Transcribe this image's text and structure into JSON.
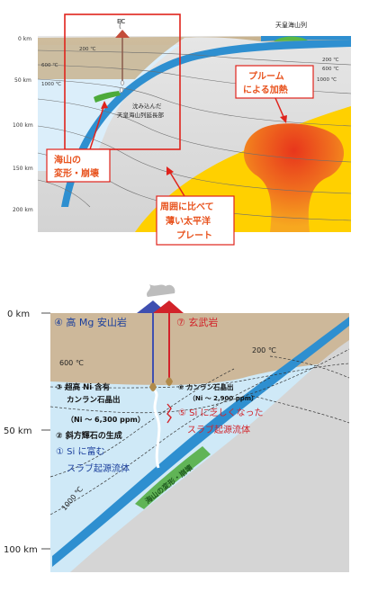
{
  "top": {
    "ec_label": "EC",
    "seamount_chain_label": "天皇海山列",
    "depth_labels": [
      "0 km",
      "50 km",
      "100 km",
      "150 km",
      "200 km"
    ],
    "isotherms": [
      "200 ℃",
      "600 ℃",
      "1000 ℃",
      "200 ℃",
      "600 ℃",
      "1000 ℃"
    ],
    "subducted_label_line1": "沈み込んだ",
    "subducted_label_line2": "天皇海山列延長部",
    "deformation_label_line1": "海山の",
    "deformation_label_line2": "変形・崩壊",
    "plume_label_line1": "プルーム",
    "plume_label_line2": "による加熱",
    "thin_plate_line1": "周囲に比べて",
    "thin_plate_line2": "薄い太平洋",
    "thin_plate_line3": "プレート",
    "colors": {
      "red": "#e0231c",
      "orange": "#e8531e",
      "yellow": "#ffd500",
      "plate": "#2e8fd0",
      "mantle": "#d9d9d9"
    }
  },
  "bottom": {
    "depth_labels": [
      "0 km",
      "50 km",
      "100 km"
    ],
    "label4": "④ 高 Mg 安山岩",
    "label7": "⑦ 玄武岩",
    "temp_200": "200 ℃",
    "temp_600": "600 ℃",
    "temp_1000": "1000 ℃",
    "label3_line1": "③ 超高 Ni 含有",
    "label3_line2": "カンラン石晶出",
    "label3_line3": "（Ni ～ 6,300 ppm）",
    "label2": "② 斜方輝石の生成",
    "label1_line1": "① Si に富む",
    "label1_line2": "スラブ起源流体",
    "label6_line1": "⑥ カンラン石晶出",
    "label6_line2": "（Ni ～ 2,900 ppm）",
    "label5_line1": "⑤ Si に乏しくなった",
    "label5_line2": "スラブ起源流体",
    "seamount_label": "海山の変形・崩壊",
    "colors": {
      "blue_text": "#1b3f9c",
      "red_text": "#d2232a",
      "plate": "#2e8fd0",
      "mantle_light": "#cfe9f7",
      "crust": "#cdb89a"
    }
  }
}
